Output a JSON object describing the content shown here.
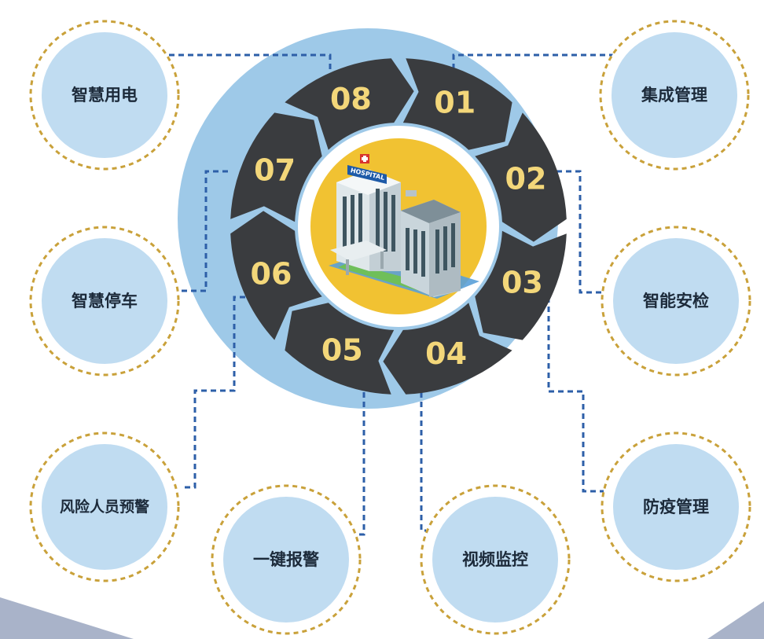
{
  "colors": {
    "outer_disc": "#9ec9e8",
    "arrow_segment": "#3a3c3f",
    "segment_text": "#f3d77a",
    "node_fill": "#c0dcf1",
    "node_ring": "#c9a13a",
    "connector": "#2d5fa8",
    "hub_yellow": "#f1c232",
    "corner_shape": "#a9b3c9"
  },
  "center": {
    "icon": "hospital-building-icon",
    "sign_text": "HOSPITAL"
  },
  "segments": [
    {
      "number": "01"
    },
    {
      "number": "02"
    },
    {
      "number": "03"
    },
    {
      "number": "04"
    },
    {
      "number": "05"
    },
    {
      "number": "06"
    },
    {
      "number": "07"
    },
    {
      "number": "08"
    }
  ],
  "nodes": [
    {
      "label": "集成管理"
    },
    {
      "label": "智能安检"
    },
    {
      "label": "防疫管理"
    },
    {
      "label": "视频监控"
    },
    {
      "label": "一键报警"
    },
    {
      "label": "风险人员预警"
    },
    {
      "label": "智慧停车"
    },
    {
      "label": "智慧用电"
    }
  ]
}
